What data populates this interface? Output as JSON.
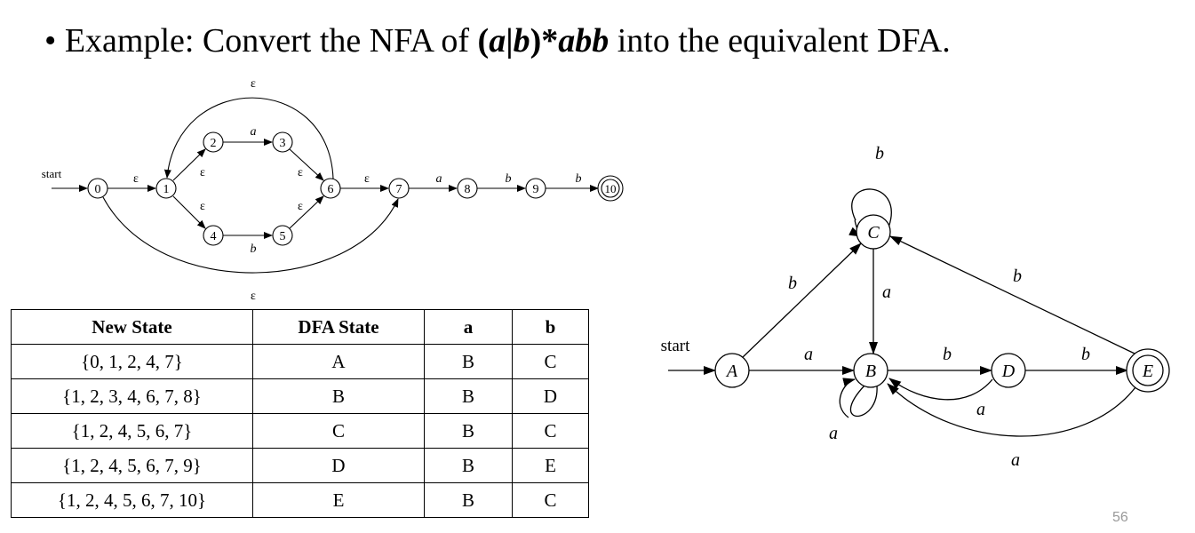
{
  "title": {
    "bullet": "•",
    "prefix": "Example: Convert the NFA of ",
    "regex_open": "(",
    "regex_a": "a",
    "regex_bar": "|",
    "regex_b": "b",
    "regex_close": ")*",
    "regex_abb": "abb",
    "suffix": " into the equivalent DFA."
  },
  "nfa": {
    "start_label": "start",
    "states": [
      "0",
      "1",
      "2",
      "3",
      "4",
      "5",
      "6",
      "7",
      "8",
      "9",
      "10"
    ],
    "accepting": [
      "10"
    ],
    "edges": [
      {
        "from": "0",
        "to": "1",
        "label": "ε"
      },
      {
        "from": "1",
        "to": "2",
        "label": "ε"
      },
      {
        "from": "1",
        "to": "4",
        "label": "ε"
      },
      {
        "from": "2",
        "to": "3",
        "label": "a"
      },
      {
        "from": "4",
        "to": "5",
        "label": "b"
      },
      {
        "from": "3",
        "to": "6",
        "label": "ε"
      },
      {
        "from": "5",
        "to": "6",
        "label": "ε"
      },
      {
        "from": "6",
        "to": "1",
        "label": "ε"
      },
      {
        "from": "6",
        "to": "7",
        "label": "ε"
      },
      {
        "from": "0",
        "to": "7",
        "label": "ε"
      },
      {
        "from": "7",
        "to": "8",
        "label": "a"
      },
      {
        "from": "8",
        "to": "9",
        "label": "b"
      },
      {
        "from": "9",
        "to": "10",
        "label": "b"
      }
    ]
  },
  "table": {
    "headers": [
      "New State",
      "DFA State",
      "a",
      "b"
    ],
    "rows": [
      [
        "{0, 1, 2, 4, 7}",
        "A",
        "B",
        "C"
      ],
      [
        "{1, 2, 3, 4, 6, 7, 8}",
        "B",
        "B",
        "D"
      ],
      [
        "{1, 2, 4, 5, 6, 7}",
        "C",
        "B",
        "C"
      ],
      [
        "{1, 2, 4, 5, 6, 7, 9}",
        "D",
        "B",
        "E"
      ],
      [
        "{1, 2, 4, 5, 6, 7, 10}",
        "E",
        "B",
        "C"
      ]
    ]
  },
  "dfa": {
    "start_label": "start",
    "states": [
      "A",
      "B",
      "C",
      "D",
      "E"
    ],
    "accepting": [
      "E"
    ],
    "edges": [
      {
        "from": "A",
        "to": "B",
        "label": "a"
      },
      {
        "from": "A",
        "to": "C",
        "label": "b"
      },
      {
        "from": "B",
        "to": "B",
        "label": "a"
      },
      {
        "from": "B",
        "to": "D",
        "label": "b"
      },
      {
        "from": "C",
        "to": "B",
        "label": "a"
      },
      {
        "from": "C",
        "to": "C",
        "label": "b"
      },
      {
        "from": "D",
        "to": "B",
        "label": "a"
      },
      {
        "from": "D",
        "to": "E",
        "label": "b"
      },
      {
        "from": "E",
        "to": "B",
        "label": "a"
      },
      {
        "from": "E",
        "to": "C",
        "label": "b"
      }
    ]
  },
  "page_number": "56"
}
